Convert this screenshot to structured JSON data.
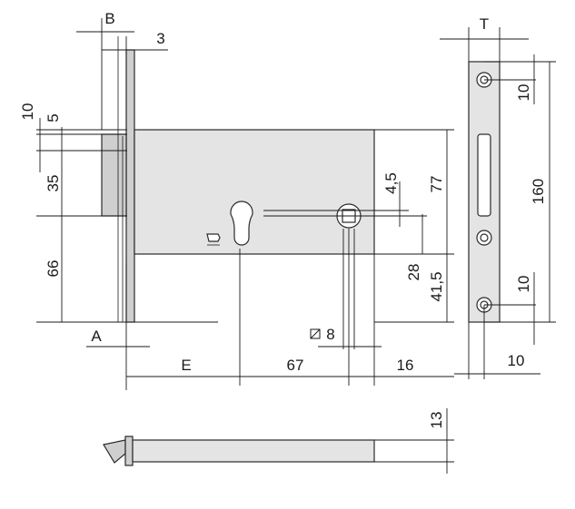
{
  "dimensions": {
    "B": "B",
    "three": "3",
    "T": "T",
    "ten_left": "10",
    "five": "5",
    "thirty_five": "35",
    "sixty_six": "66",
    "four_five": "4,5",
    "seventy_seven": "77",
    "twenty_eight": "28",
    "forty_one_five": "41,5",
    "one_sixty": "160",
    "ten_plate_top": "10",
    "ten_plate_bottom": "10",
    "ten_plate_width": "10",
    "A": "A",
    "E": "E",
    "sixty_seven": "67",
    "sixteen": "16",
    "square_eight": "8",
    "thirteen": "13"
  },
  "symbols": {
    "square_spindle": "square-spindle-symbol",
    "bolt": "bolt-symbol"
  }
}
